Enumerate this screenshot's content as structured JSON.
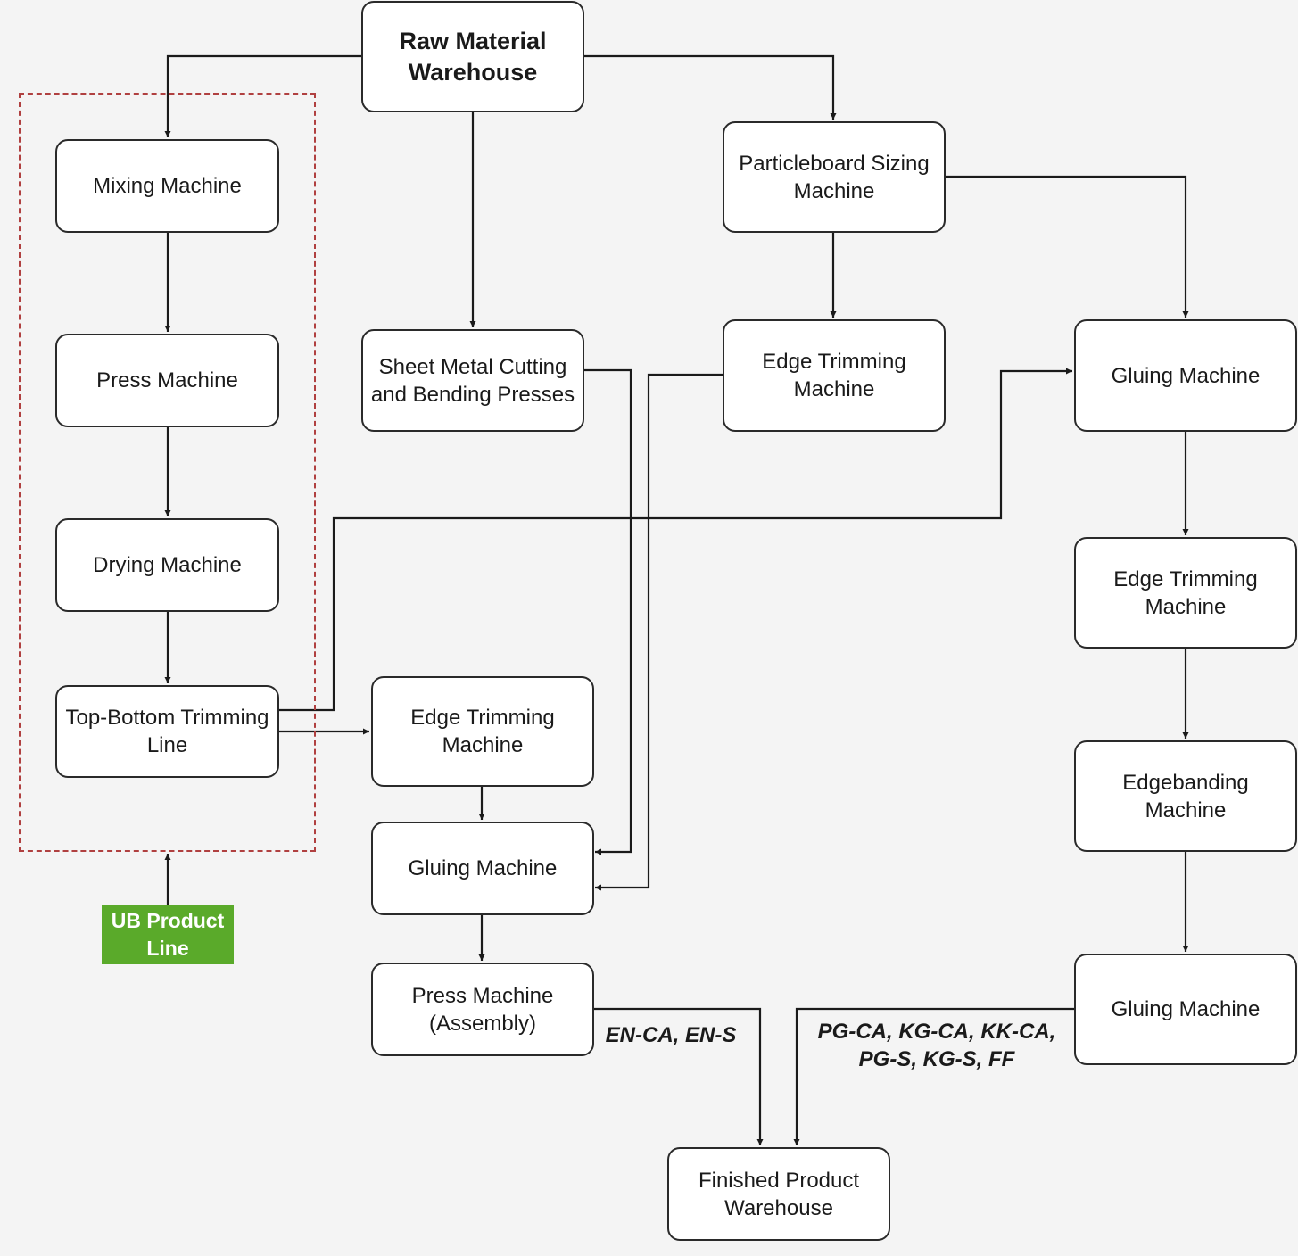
{
  "nodes": {
    "raw_material_warehouse": "Raw Material\nWarehouse",
    "mixing_machine": "Mixing Machine",
    "press_machine_ub": "Press Machine",
    "drying_machine": "Drying Machine",
    "top_bottom_trimming_line": "Top-Bottom Trimming\nLine",
    "sheet_metal_cutting": "Sheet Metal Cutting\nand Bending Presses",
    "particleboard_sizing": "Particleboard Sizing\nMachine",
    "edge_trimming_mid": "Edge Trimming\nMachine",
    "gluing_machine_right_top": "Gluing Machine",
    "edge_trimming_right": "Edge Trimming\nMachine",
    "edgebanding_machine": "Edgebanding\nMachine",
    "gluing_machine_right_bottom": "Gluing Machine",
    "edge_trimming_left": "Edge Trimming\nMachine",
    "gluing_machine_left": "Gluing Machine",
    "press_machine_assembly": "Press Machine\n(Assembly)",
    "finished_product_warehouse": "Finished Product\nWarehouse"
  },
  "group_label": "UB Product\nLine",
  "edge_labels": {
    "left_flow": "EN-CA, EN-S",
    "right_flow": "PG-CA, KG-CA, KK-CA,\nPG-S, KG-S, FF"
  },
  "colors": {
    "box_border": "#2a2a2a",
    "group_border": "#b04040",
    "badge_fill": "#5aaa2a",
    "line": "#1a1a1a"
  }
}
